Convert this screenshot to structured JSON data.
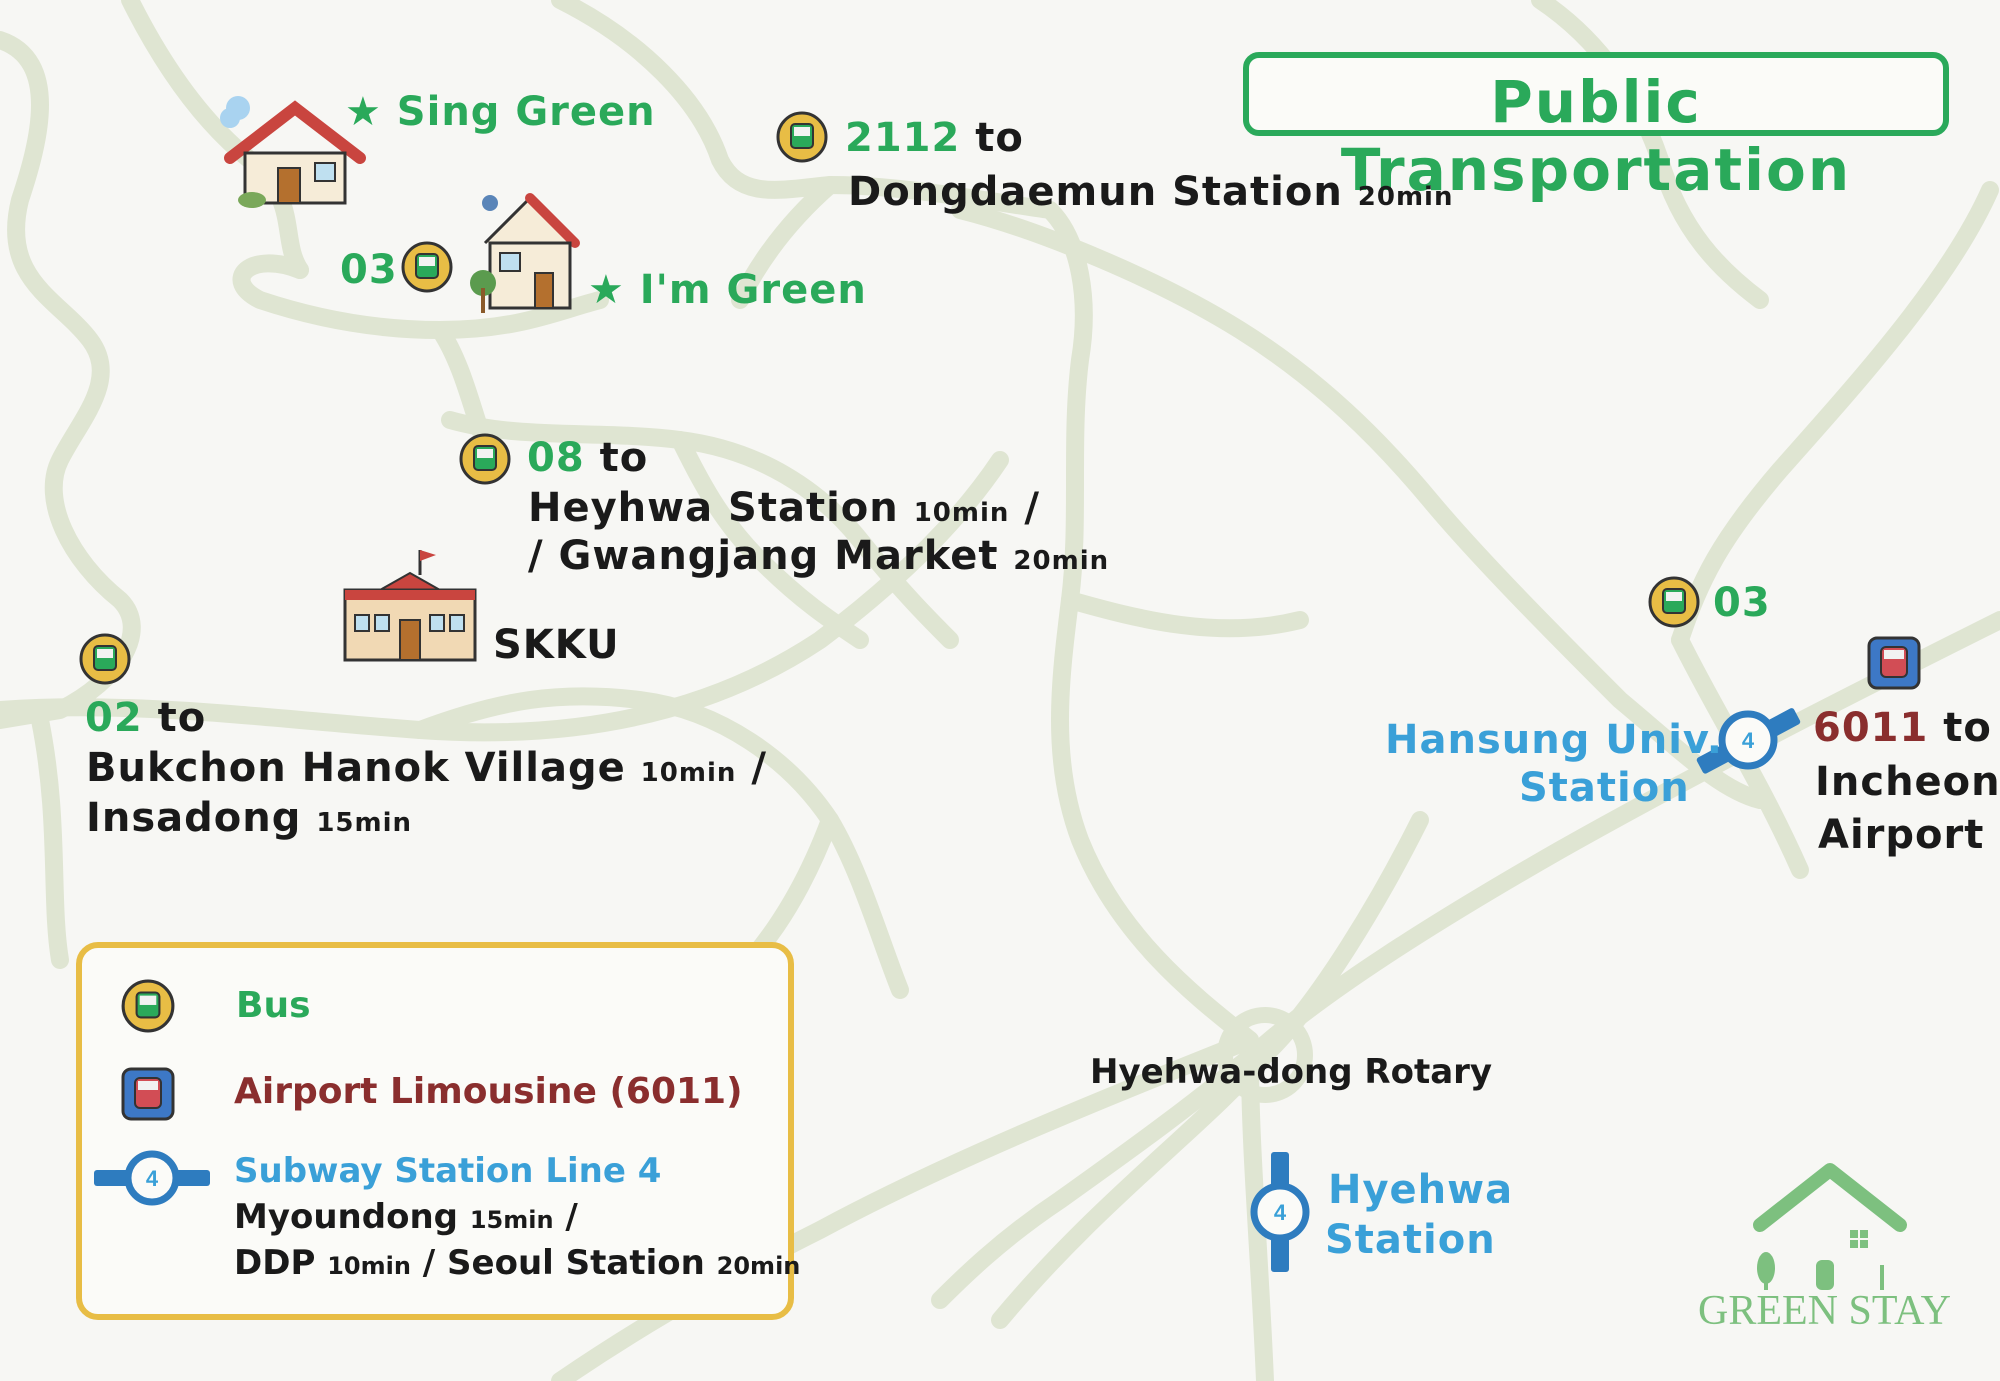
{
  "title": "Public Transportation",
  "colors": {
    "green": "#2aa95a",
    "blue": "#3aa0d8",
    "maroon": "#8a2e2e",
    "bus_yellow": "#e8bd45",
    "road": "#dde3cf",
    "legend_border": "#e8bd45"
  },
  "places": {
    "sing_green": {
      "star": "★",
      "label": "Sing Green"
    },
    "im_green": {
      "star": "★",
      "label": "I'm Green"
    },
    "skku": "SKKU",
    "hyehwa_rotary": "Hyehwa-dong Rotary"
  },
  "routes": {
    "bus_2112": {
      "number": "2112",
      "to": "to",
      "dest": "Dongdaemun Station",
      "time": "20min"
    },
    "bus_03_top": {
      "number": "03"
    },
    "bus_08": {
      "number": "08",
      "to": "to",
      "dest1": "Heyhwa Station",
      "time1": "10min",
      "sep": "/",
      "slash": "/",
      "dest2": "Gwangjang Market",
      "time2": "20min"
    },
    "bus_02": {
      "number": "02",
      "to": "to",
      "dest1": "Bukchon Hanok Village",
      "time1": "10min",
      "sep": "/",
      "dest2": "Insadong",
      "time2": "15min"
    },
    "bus_03_right": {
      "number": "03"
    },
    "limousine_6011": {
      "number": "6011",
      "to": "to",
      "dest1": "Incheon",
      "dest2": "Airport"
    }
  },
  "stations": {
    "hansung": {
      "line1": "Hansung Univ.",
      "line2": "Station",
      "line_no": "4"
    },
    "hyehwa": {
      "line1": "Hyehwa",
      "line2": "Station",
      "line_no": "4"
    }
  },
  "legend": {
    "bus": "Bus",
    "limousine": "Airport Limousine (6011)",
    "subway": "Subway Station Line 4",
    "subway_line_no": "4",
    "subway_dest1": "Myoundong",
    "subway_time1": "15min",
    "sep": "/",
    "subway_dest2": "DDP",
    "subway_time2": "10min",
    "sep2": "/",
    "subway_dest3": "Seoul Station",
    "subway_time3": "20min"
  },
  "brand": {
    "name": "GREEN STAY"
  }
}
